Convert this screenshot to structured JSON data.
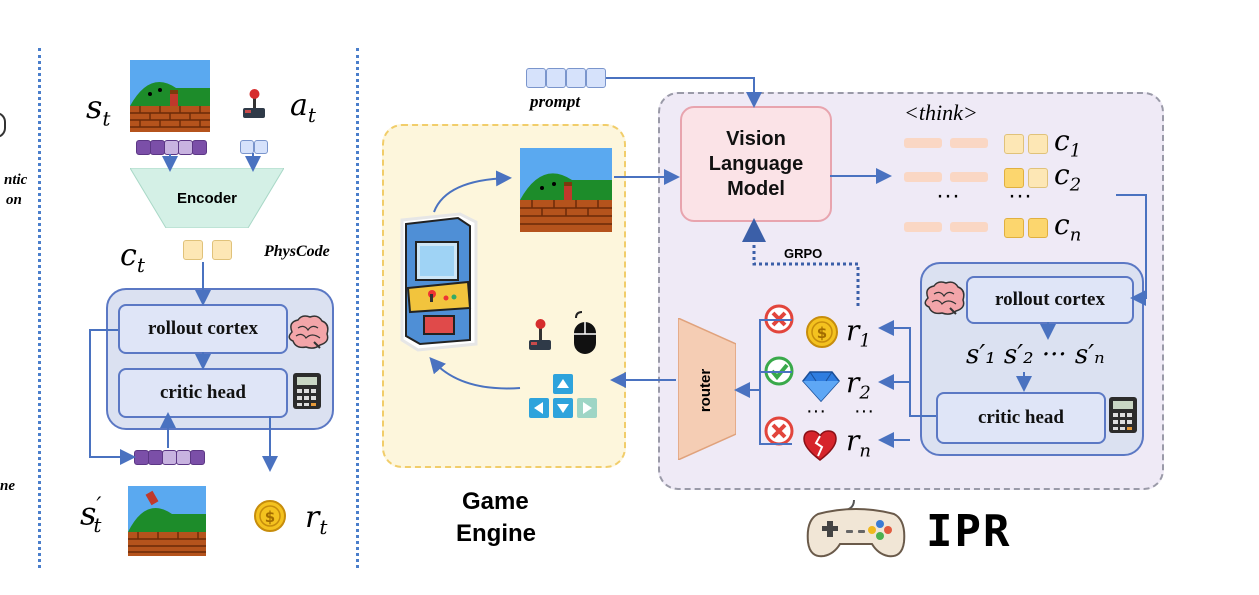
{
  "left_panel": {
    "cropped_text_1": "ntic",
    "cropped_text_2": "on",
    "cropped_text_3": "ne"
  },
  "world_model": {
    "state_label": "s",
    "state_sub": "t",
    "action_label": "a",
    "action_sub": "t",
    "encoder_label": "Encoder",
    "code_label": "c",
    "code_sub": "t",
    "physcode_label": "PhysCode",
    "rollout_label": "rollout cortex",
    "critic_label": "critic head",
    "next_state_label": "s",
    "next_state_sup": "′",
    "next_state_sub": "t",
    "reward_label": "r",
    "reward_sub": "t"
  },
  "game_engine": {
    "title_line1": "Game",
    "title_line2": "Engine"
  },
  "ipr": {
    "prompt_label": "prompt",
    "vlm_line1": "Vision",
    "vlm_line2": "Language",
    "vlm_line3": "Model",
    "think_label": "<think>",
    "codes": [
      {
        "name": "c",
        "sub": "1"
      },
      {
        "name": "c",
        "sub": "2"
      },
      {
        "name": "c",
        "sub": "n"
      }
    ],
    "ellipsis": "···",
    "grpo_label": "GRPO",
    "router_label": "router",
    "rewards": [
      {
        "name": "r",
        "sub": "1"
      },
      {
        "name": "r",
        "sub": "2"
      },
      {
        "name": "r",
        "sub": "n"
      }
    ],
    "rewards_ellipsis": "···",
    "rollout_label": "rollout cortex",
    "critic_label": "critic head",
    "states_text": "s′₁ s′₂ ··· s′ₙ",
    "logo_text": "IPR"
  },
  "colors": {
    "divider": "#4a7ecb",
    "box_fill": "#dfe5f7",
    "box_border": "#5b78c4",
    "arrow": "#4a72c0",
    "game_panel": "#fdf6dc",
    "ipr_panel": "#efeaf6",
    "vlm_fill": "#fbe3e7",
    "purple_token": "#7b4fa8",
    "code_token": "#fde7b5",
    "router_fill": "#f5cdb4"
  }
}
